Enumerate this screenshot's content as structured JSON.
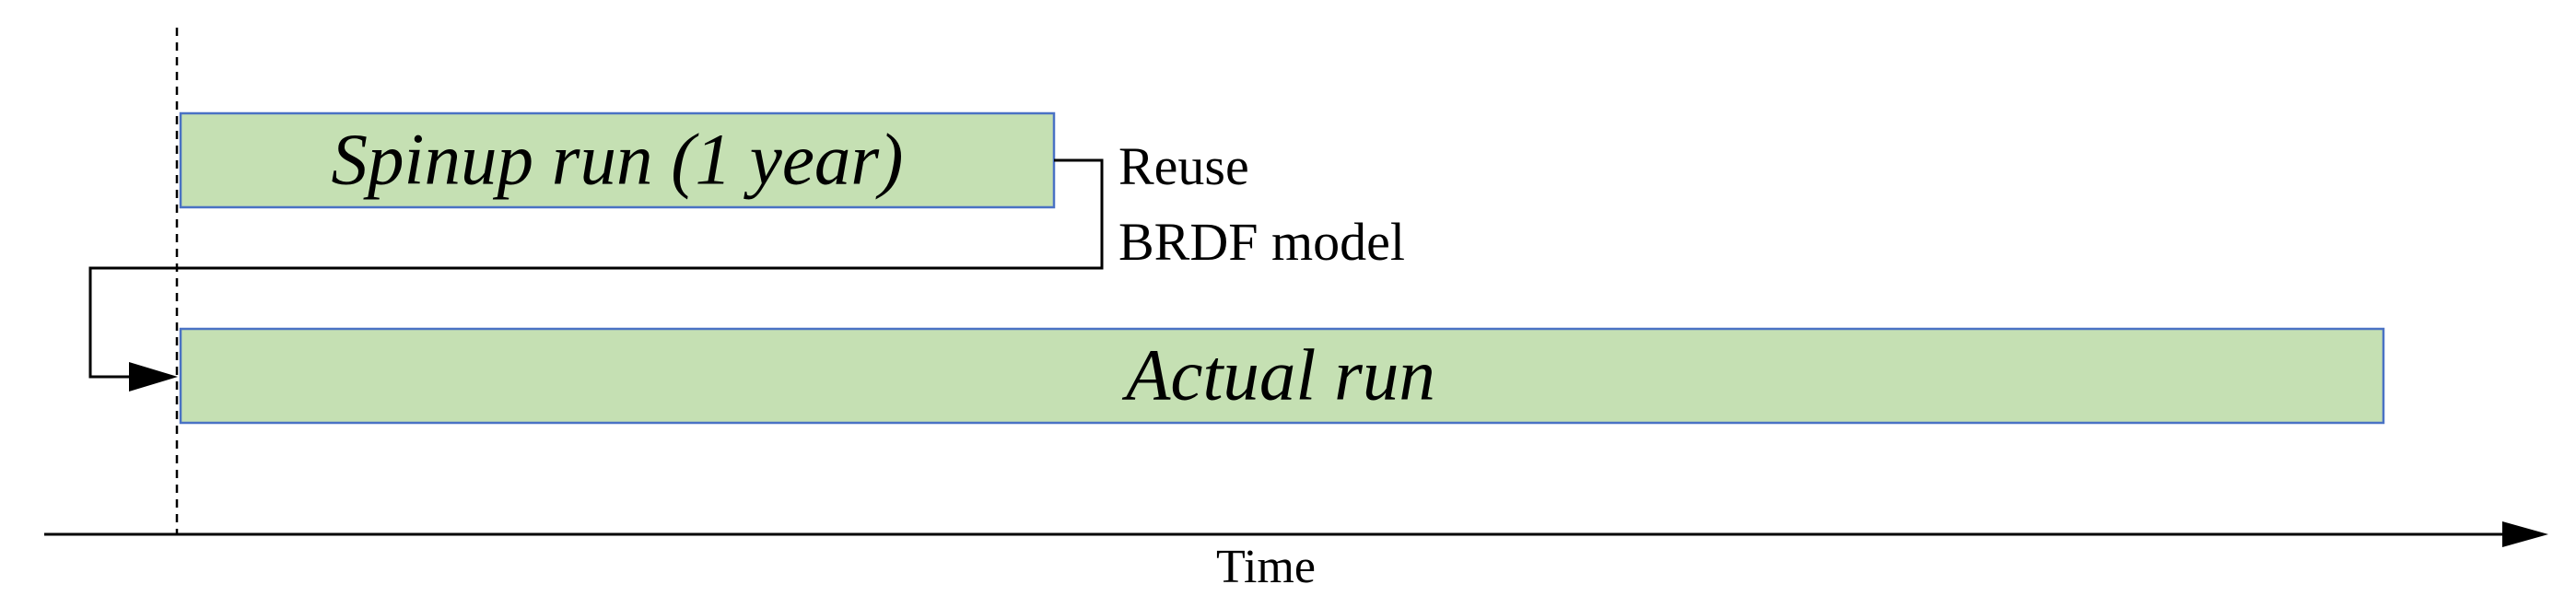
{
  "bars": {
    "spinup_label": "Spinup run (1 year)",
    "actual_label": "Actual run"
  },
  "note": {
    "line1": "Reuse",
    "line2": "BRDF model"
  },
  "axis": {
    "label": "Time"
  },
  "colors": {
    "bar_fill": "#c5e0b3",
    "bar_border": "#4a72c4",
    "line": "#000000"
  }
}
